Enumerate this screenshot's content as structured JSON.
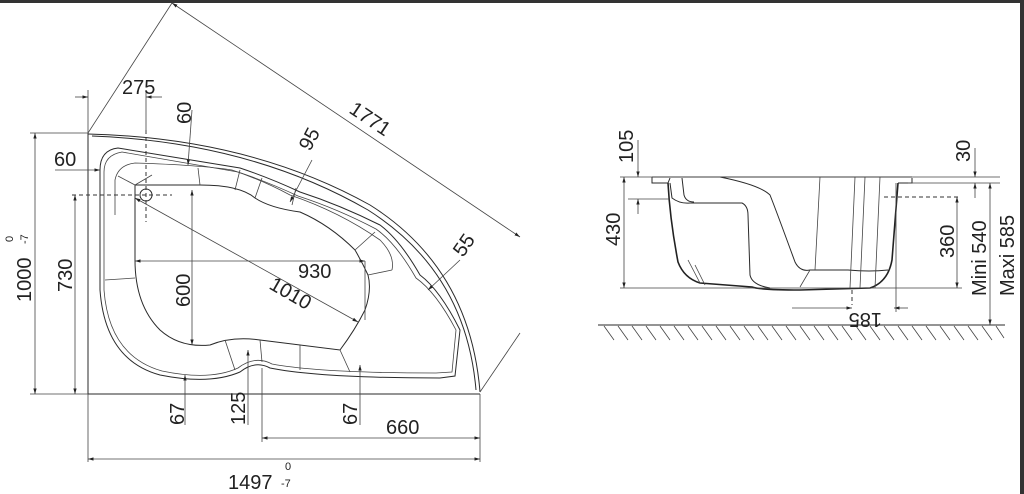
{
  "plan_view": {
    "dims": {
      "d275": "275",
      "d60_top": "60",
      "d1771": "1771",
      "d95": "95",
      "d60_left": "60",
      "d55": "55",
      "d930": "930",
      "d600": "600",
      "d1010": "1010",
      "d730": "730",
      "d1000": "1000",
      "d1000_tol_upper": "0",
      "d1000_tol_lower": "-7",
      "d67_left": "67",
      "d125": "125",
      "d67_right": "67",
      "d660": "660",
      "d1497": "1497",
      "d1497_tol_upper": "0",
      "d1497_tol_lower": "-7"
    }
  },
  "side_view": {
    "dims": {
      "d105": "105",
      "d430": "430",
      "d30": "30",
      "d360": "360",
      "mini": "Mini 540",
      "maxi": "Maxi 585",
      "d185": "185"
    }
  },
  "colors": {
    "line": "#2a2a2a",
    "background": "#ffffff",
    "frame": "#333333"
  }
}
